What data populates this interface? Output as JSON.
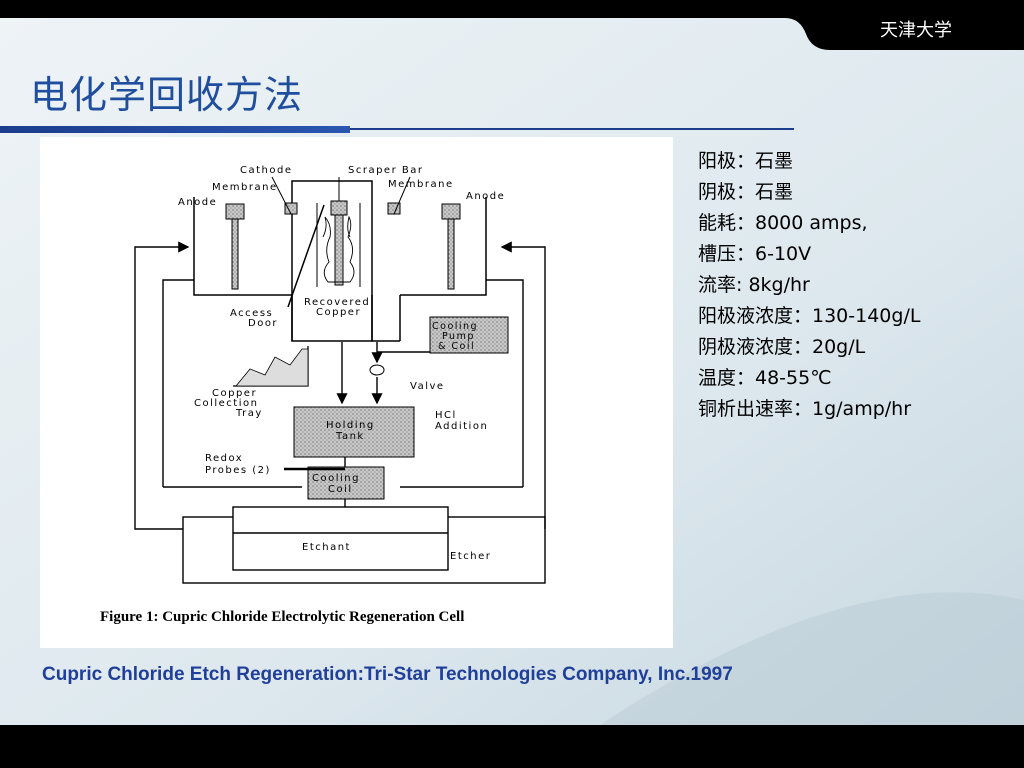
{
  "header": {
    "university": "天津大学"
  },
  "title": "电化学回收方法",
  "specs": [
    "阳极：石墨",
    "阴极：石墨",
    "能耗：8000 amps,",
    "槽压：6-10V",
    "流率:  8kg/hr",
    "阳极液浓度：130-140g/L",
    "阴极液浓度：20g/L",
    "温度：48-55℃",
    "铜析出速率：1g/amp/hr"
  ],
  "diagram": {
    "labels": {
      "cathode": "Cathode",
      "scraper_bar": "Scraper Bar",
      "membrane_left": "Membrane",
      "membrane_right": "Membrane",
      "anode_left": "Anode",
      "anode_right": "Anode",
      "recovered_1": "Recovered",
      "recovered_2": "Copper",
      "access_1": "Access",
      "access_2": "Door",
      "cooling_pump_1": "Cooling",
      "cooling_pump_2": "Pump",
      "cooling_pump_3": "& Coil",
      "valve": "Valve",
      "copper_tray_1": "Copper",
      "copper_tray_2": "Collection",
      "copper_tray_3": "Tray",
      "holding_1": "Holding",
      "holding_2": "Tank",
      "hcl_1": "HCl",
      "hcl_2": "Addition",
      "redox_1": "Redox",
      "redox_2": "Probes (2)",
      "cooling_coil_1": "Cooling",
      "cooling_coil_2": "Coil",
      "etchant": "Etchant",
      "etcher": "Etcher"
    },
    "figure_caption": "Figure 1:  Cupric Chloride Electrolytic Regeneration Cell"
  },
  "caption": "Cupric Chloride Etch Regeneration:Tri-Star Technologies Company, Inc.1997",
  "colors": {
    "title": "#1f4e9e",
    "caption": "#1f3f99",
    "rule": "#1b3d8c"
  }
}
